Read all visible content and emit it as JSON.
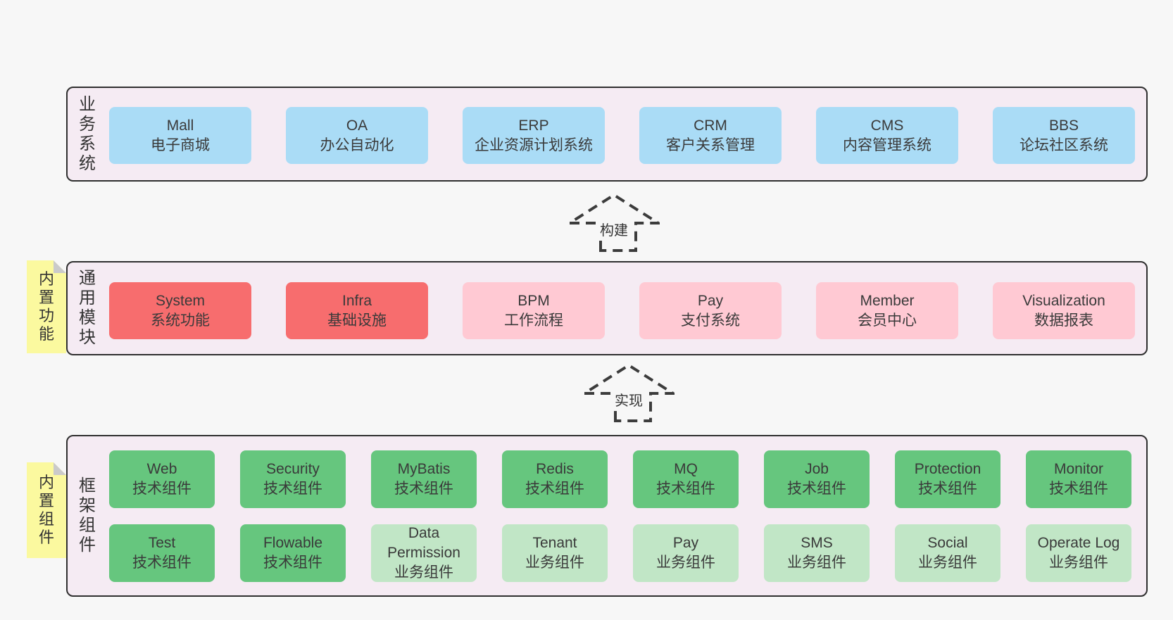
{
  "colors": {
    "page_bg": "#f7f7f7",
    "layer_bg": "#f5ebf3",
    "layer_border": "#2f2f2f",
    "blue_box": "#aadcf6",
    "red_box": "#f76d6e",
    "pink_box": "#ffc9d3",
    "green_box": "#66c67e",
    "light_green_box": "#c1e6c6",
    "sticky_bg": "#fbf99f",
    "sticky_fold": "#cacaca",
    "text": "#3a3a3a"
  },
  "arrows": [
    {
      "label": "构建"
    },
    {
      "label": "实现"
    }
  ],
  "layers": {
    "business": {
      "label": "业务系统",
      "boxes": [
        {
          "name": "Mall",
          "desc": "电子商城",
          "type": "blue"
        },
        {
          "name": "OA",
          "desc": "办公自动化",
          "type": "blue"
        },
        {
          "name": "ERP",
          "desc": "企业资源计划系统",
          "type": "blue"
        },
        {
          "name": "CRM",
          "desc": "客户关系管理",
          "type": "blue"
        },
        {
          "name": "CMS",
          "desc": "内容管理系统",
          "type": "blue"
        },
        {
          "name": "BBS",
          "desc": "论坛社区系统",
          "type": "blue"
        }
      ]
    },
    "modules": {
      "label": "通用模块",
      "sticky": "内置功能",
      "boxes": [
        {
          "name": "System",
          "desc": "系统功能",
          "type": "red"
        },
        {
          "name": "Infra",
          "desc": "基础设施",
          "type": "red"
        },
        {
          "name": "BPM",
          "desc": "工作流程",
          "type": "pink"
        },
        {
          "name": "Pay",
          "desc": "支付系统",
          "type": "pink"
        },
        {
          "name": "Member",
          "desc": "会员中心",
          "type": "pink"
        },
        {
          "name": "Visualization",
          "desc": "数据报表",
          "type": "pink"
        }
      ]
    },
    "components": {
      "label": "框架组件",
      "sticky": "内置组件",
      "row1": [
        {
          "name": "Web",
          "desc": "技术组件",
          "type": "green"
        },
        {
          "name": "Security",
          "desc": "技术组件",
          "type": "green"
        },
        {
          "name": "MyBatis",
          "desc": "技术组件",
          "type": "green"
        },
        {
          "name": "Redis",
          "desc": "技术组件",
          "type": "green"
        },
        {
          "name": "MQ",
          "desc": "技术组件",
          "type": "green"
        },
        {
          "name": "Job",
          "desc": "技术组件",
          "type": "green"
        },
        {
          "name": "Protection",
          "desc": "技术组件",
          "type": "green"
        },
        {
          "name": "Monitor",
          "desc": "技术组件",
          "type": "green"
        }
      ],
      "row2": [
        {
          "name": "Test",
          "desc": "技术组件",
          "type": "green"
        },
        {
          "name": "Flowable",
          "desc": "技术组件",
          "type": "green"
        },
        {
          "name": "Data Permission",
          "desc": "业务组件",
          "type": "lightgreen"
        },
        {
          "name": "Tenant",
          "desc": "业务组件",
          "type": "lightgreen"
        },
        {
          "name": "Pay",
          "desc": "业务组件",
          "type": "lightgreen"
        },
        {
          "name": "SMS",
          "desc": "业务组件",
          "type": "lightgreen"
        },
        {
          "name": "Social",
          "desc": "业务组件",
          "type": "lightgreen"
        },
        {
          "name": "Operate Log",
          "desc": "业务组件",
          "type": "lightgreen"
        }
      ]
    }
  }
}
